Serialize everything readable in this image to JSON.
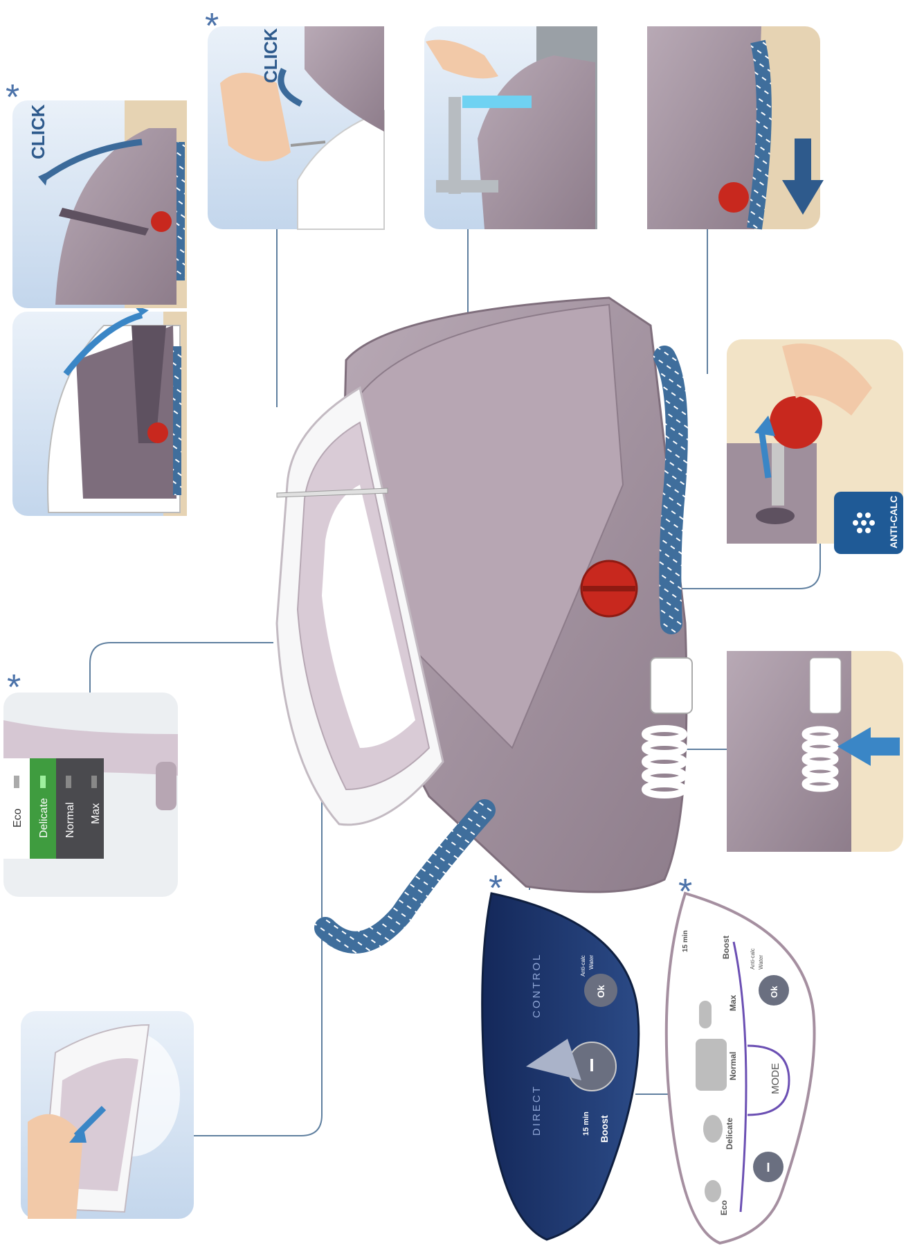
{
  "labels": {
    "click_top_left": "CLICK",
    "click_top_center": "CLICK",
    "anti_calc": "ANTI-CALC",
    "asterisk": "*"
  },
  "temperature_selector": {
    "items": [
      "Eco",
      "Delicate",
      "Normal",
      "Max"
    ],
    "active": "Delicate"
  },
  "control_panel_dark": {
    "brand_left": "DIRECT",
    "brand_right": "CONTROL",
    "timer": "15 min",
    "boost": "Boost",
    "ok": "Ok",
    "anti_calc_small": "Anti-calc",
    "water_small": "Water"
  },
  "control_panel_light": {
    "settings": [
      "Eco",
      "Delicate",
      "Normal",
      "Max"
    ],
    "timer": "15 min",
    "boost": "Boost",
    "mode": "MODE",
    "ok": "Ok",
    "anti_calc_small": "Anti-calc",
    "water_small": "Water"
  },
  "colors": {
    "body_mauve": "#a99aa6",
    "body_mauve_dark": "#7f6e7c",
    "accent_red": "#c8281e",
    "hose_blue": "#3f6e9c",
    "navy_panel": "#1e3a6e",
    "arrow_blue": "#3a86c6",
    "asterisk_blue": "#4b72a9",
    "leader_line": "#5f7f9f"
  }
}
